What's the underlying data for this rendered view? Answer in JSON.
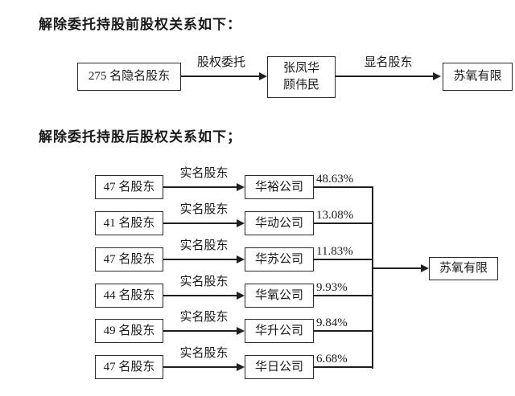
{
  "section_before": {
    "title": "解除委托持股前股权关系如下：",
    "hidden_shareholders": "275 名隐名股东",
    "trustees": [
      "张凤华",
      "顾伟民"
    ],
    "entrust_label": "股权委托",
    "nominal_label": "显名股东",
    "company": "苏氧有限"
  },
  "section_after": {
    "title": "解除委托持股后股权关系如下；",
    "arrow_label": "实名股东",
    "rows": [
      {
        "shareholders": "47 名股东",
        "company": "华裕公司",
        "percent": "48.63%"
      },
      {
        "shareholders": "41 名股东",
        "company": "华动公司",
        "percent": "13.08%"
      },
      {
        "shareholders": "47 名股东",
        "company": "华苏公司",
        "percent": "11.83%"
      },
      {
        "shareholders": "44 名股东",
        "company": "华氧公司",
        "percent": "9.93%"
      },
      {
        "shareholders": "49 名股东",
        "company": "华升公司",
        "percent": "9.84%"
      },
      {
        "shareholders": "47 名股东",
        "company": "华日公司",
        "percent": "6.68%"
      }
    ],
    "target": "苏氧有限"
  },
  "colors": {
    "line": "#1f1f1f",
    "text": "#1a1a1a",
    "background": "#ffffff"
  }
}
